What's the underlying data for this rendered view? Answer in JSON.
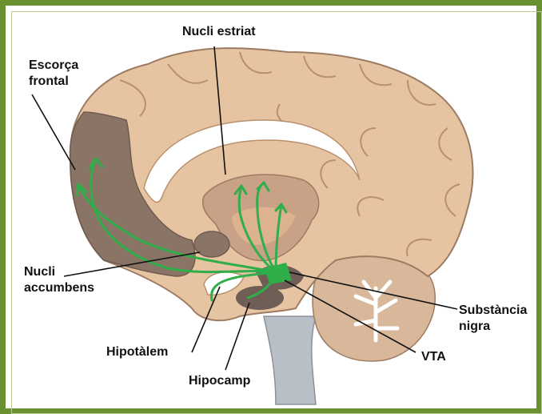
{
  "labels": {
    "striatum": "Nucli estriat",
    "frontal_cortex": "Escorça\nfrontal",
    "nucleus_accumbens": "Nucli\naccumbens",
    "substantia_nigra": "Substància\nnigra",
    "hypothalamus": "Hipotàlem",
    "vta": "VTA",
    "hippocampus": "Hipocamp"
  },
  "colors": {
    "border": "#6a9130",
    "brain_tan": "#e6c4a2",
    "cortex_shadow": "#8a7466",
    "ventricle": "#ffffff",
    "striatum_fill": "#c9a186",
    "dopamine_pathway": "#2fae4a",
    "cerebellum": "#d9b79a",
    "brainstem": "#b9bfc6"
  }
}
